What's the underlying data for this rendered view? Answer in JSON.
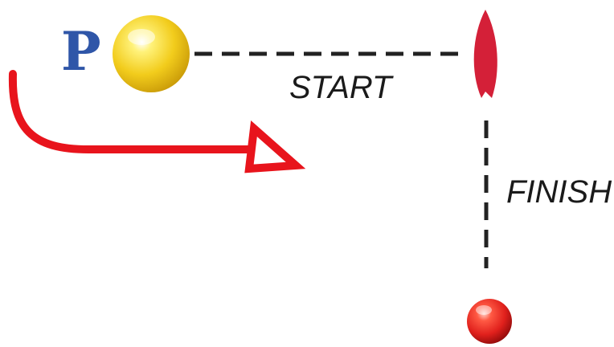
{
  "flag_letter": "P",
  "start_label": "START",
  "finish_label": "FINISH",
  "colors": {
    "flag_letter": "#2f56a8",
    "committee_boat_ball": "#f2cc1c",
    "pin_mark": "#d42038",
    "finish_mark": "#e0201c",
    "course_arrow": "#e8141c",
    "dashed_line": "#222222",
    "label_text": "#1a1a1a"
  },
  "icons": {
    "committee_boat": "yellow-ball-icon",
    "pin_mark": "red-pointed-buoy-icon",
    "finish_mark": "red-ball-icon",
    "course_direction": "curved-arrow-icon"
  }
}
